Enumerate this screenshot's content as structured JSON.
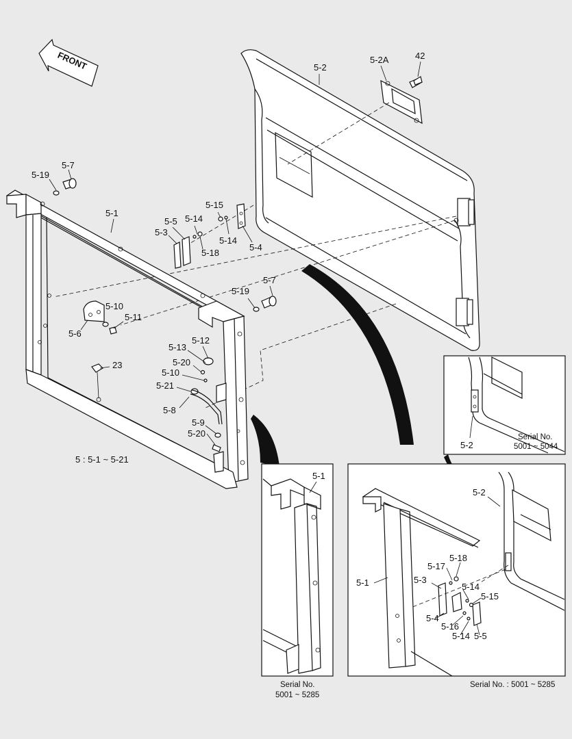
{
  "front_arrow": {
    "text": "FRONT"
  },
  "main_labels": {
    "l_5_2": "5-2",
    "l_5_2A": "5-2A",
    "l_42": "42",
    "l_5_7a": "5-7",
    "l_5_19a": "5-19",
    "l_5_1": "5-1",
    "l_5_15": "5-15",
    "l_5_5": "5-5",
    "l_5_14a": "5-14",
    "l_5_3": "5-3",
    "l_5_14b": "5-14",
    "l_5_18": "5-18",
    "l_5_4": "5-4",
    "l_5_19b": "5-19",
    "l_5_7b": "5-7",
    "l_5_10a": "5-10",
    "l_5_11": "5-11",
    "l_5_6": "5-6",
    "l_5_13": "5-13",
    "l_5_12": "5-12",
    "l_5_20a": "5-20",
    "l_23": "23",
    "l_5_10b": "5-10",
    "l_5_21": "5-21",
    "l_5_8": "5-8",
    "l_5_9": "5-9",
    "l_5_20b": "5-20",
    "assembly_note": "5 : 5-1 ~ 5-21"
  },
  "inset_top_right": {
    "label": "5-2",
    "serial_line1": "Serial No.",
    "serial_line2": "5001 ~ 5044"
  },
  "inset_middle": {
    "label": "5-1",
    "serial_line1": "Serial No.",
    "serial_line2": "5001 ~ 5285"
  },
  "inset_bottom_right": {
    "l_5_2": "5-2",
    "l_5_18": "5-18",
    "l_5_17": "5-17",
    "l_5_1": "5-1",
    "l_5_3": "5-3",
    "l_5_14a": "5-14",
    "l_5_15": "5-15",
    "l_5_4": "5-4",
    "l_5_16": "5-16",
    "l_5_14b": "5-14",
    "l_5_5": "5-5",
    "serial": "Serial No. : 5001 ~ 5285"
  }
}
